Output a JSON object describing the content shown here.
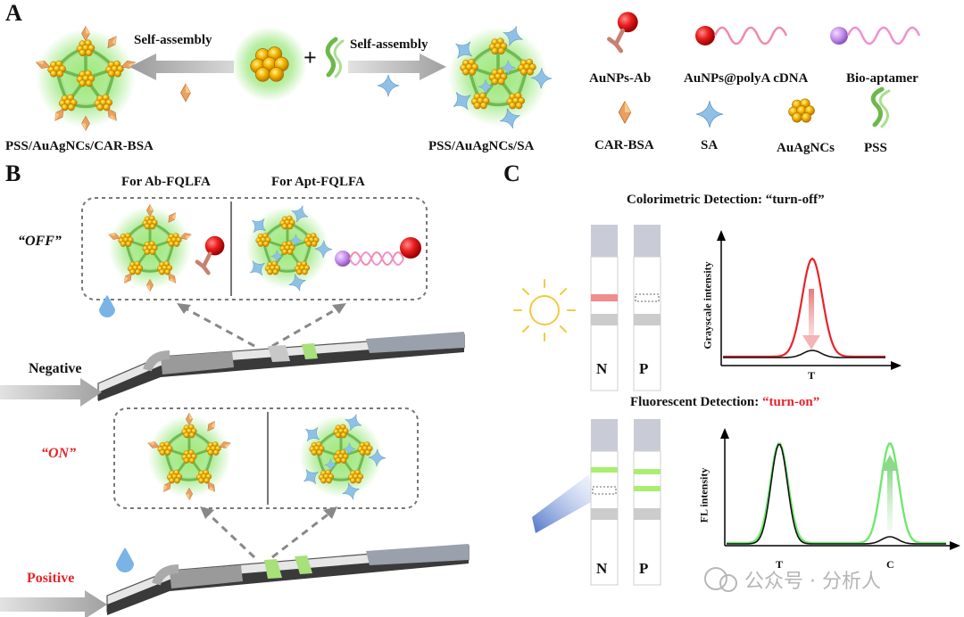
{
  "panels": {
    "a": "A",
    "b": "B",
    "c": "C"
  },
  "panel_a": {
    "arrow_left_label": "Self-assembly",
    "arrow_right_label": "Self-assembly",
    "plus": "+",
    "left_product": "PSS/AuAgNCs/CAR-BSA",
    "right_product": "PSS/AuAgNCs/SA"
  },
  "legend": {
    "ab": "AuNPs-Ab",
    "polya": "AuNPs@polyA cDNA",
    "aptamer": "Bio-aptamer",
    "car": "CAR-BSA",
    "sa": "SA",
    "nc": "AuAgNCs",
    "pss": "PSS"
  },
  "panel_b": {
    "col_ab": "For Ab-FQLFA",
    "col_apt": "For Apt-FQLFA",
    "off_label": "“OFF”",
    "on_label": "“ON”",
    "negative": "Negative",
    "positive": "Positive"
  },
  "panel_c": {
    "colorimetric_title": "Colorimetric Detection: “turn-off”",
    "fluorescent_title_prefix": "Fluorescent Detection: ",
    "fluorescent_title_emph": "“turn-on”",
    "strip_n": "N",
    "strip_p": "P",
    "strip_n2": "N",
    "strip_p2": "P",
    "gray_ylabel": "Grayscale intensity",
    "gray_tick": "T",
    "fl_ylabel": "FL intensity",
    "fl_tick_t": "T",
    "fl_tick_c": "C"
  },
  "watermark": "公众号 · 分析人",
  "colors": {
    "gold": "#f2b400",
    "glow": "#6fd84a",
    "pss": "#7cc35c",
    "car": "#e8a062",
    "sa": "#7db4dc",
    "red": "#e8232a",
    "pink": "#f08aa8"
  }
}
